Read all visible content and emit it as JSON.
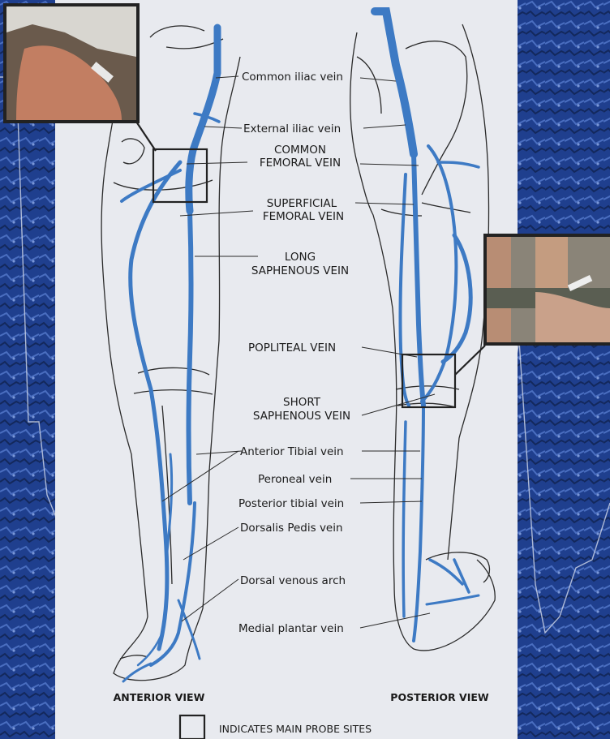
{
  "labels": {
    "common_iliac": "Common iliac vein",
    "external_iliac": "External iliac vein",
    "common_femoral_1": "COMMON",
    "common_femoral_2": "FEMORAL VEIN",
    "superficial_femoral_1": "SUPERFICIAL",
    "superficial_femoral_2": "FEMORAL VEIN",
    "long_saphenous_1": "LONG",
    "long_saphenous_2": "SAPHENOUS VEIN",
    "popliteal": "POPLITEAL VEIN",
    "short_saphenous_1": "SHORT",
    "short_saphenous_2": "SAPHENOUS VEIN",
    "anterior_tibial": "Anterior Tibial vein",
    "peroneal": "Peroneal vein",
    "posterior_tibial": "Posterior tibial vein",
    "dorsalis_pedis": "Dorsalis Pedis vein",
    "dorsal_venous_arch": "Dorsal venous arch",
    "medial_plantar": "Medial plantar vein"
  },
  "views": {
    "anterior": "ANTERIOR VIEW",
    "posterior": "POSTERIOR VIEW"
  },
  "legend": {
    "text": "INDICATES MAIN PROBE SITES"
  },
  "colors": {
    "vein": "#3d7ac4",
    "background": "#1f3f8e",
    "panel": "#e8eaef",
    "outline": "#2a2a2a"
  }
}
